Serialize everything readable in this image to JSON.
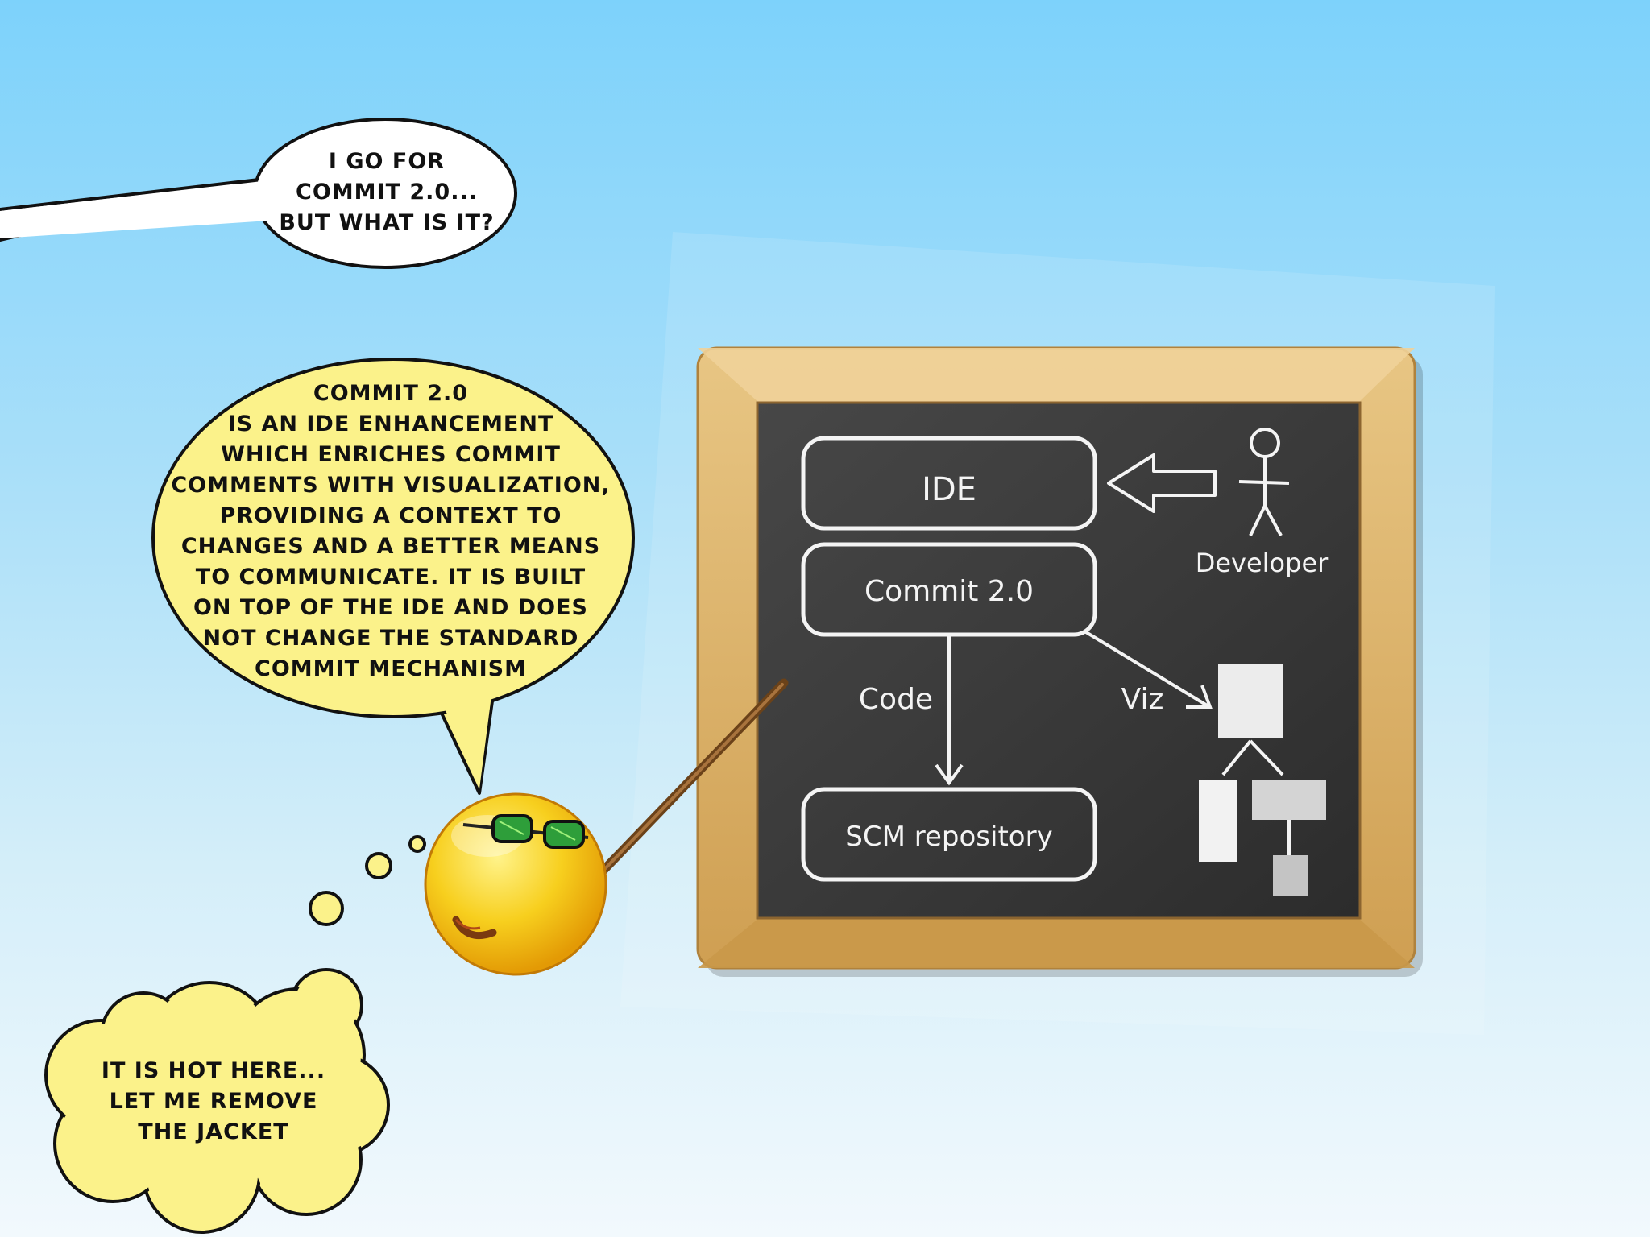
{
  "speech_top": {
    "lines": [
      "I GO  FOR",
      "COMMIT 2.0...",
      "BUT WHAT IS IT?"
    ]
  },
  "speech_main": {
    "lines": [
      "COMMIT 2.0",
      "IS AN IDE ENHANCEMENT",
      "WHICH ENRICHES COMMIT",
      "COMMENTS WITH VISUALIZATION,",
      "PROVIDING A CONTEXT TO",
      "CHANGES AND A BETTER MEANS",
      "TO COMMUNICATE. IT IS BUILT",
      "ON TOP OF THE IDE AND DOES",
      "NOT CHANGE THE STANDARD",
      "COMMIT MECHANISM"
    ]
  },
  "thought": {
    "lines": [
      "IT IS HOT HERE...",
      "LET ME REMOVE",
      "THE JACKET"
    ]
  },
  "blackboard": {
    "ide_label": "IDE",
    "commit_label": "Commit 2.0",
    "scm_label": "SCM repository",
    "developer_label": "Developer",
    "code_label": "Code",
    "viz_label": "Viz"
  },
  "colors": {
    "sky_top": "#7dd2fb",
    "bubble_yellow": "#fbf28a",
    "bubble_white": "#ffffff",
    "board": "#3a3a3a",
    "frame_wood": "#dcb46a",
    "chalk": "#f4f4f4"
  }
}
